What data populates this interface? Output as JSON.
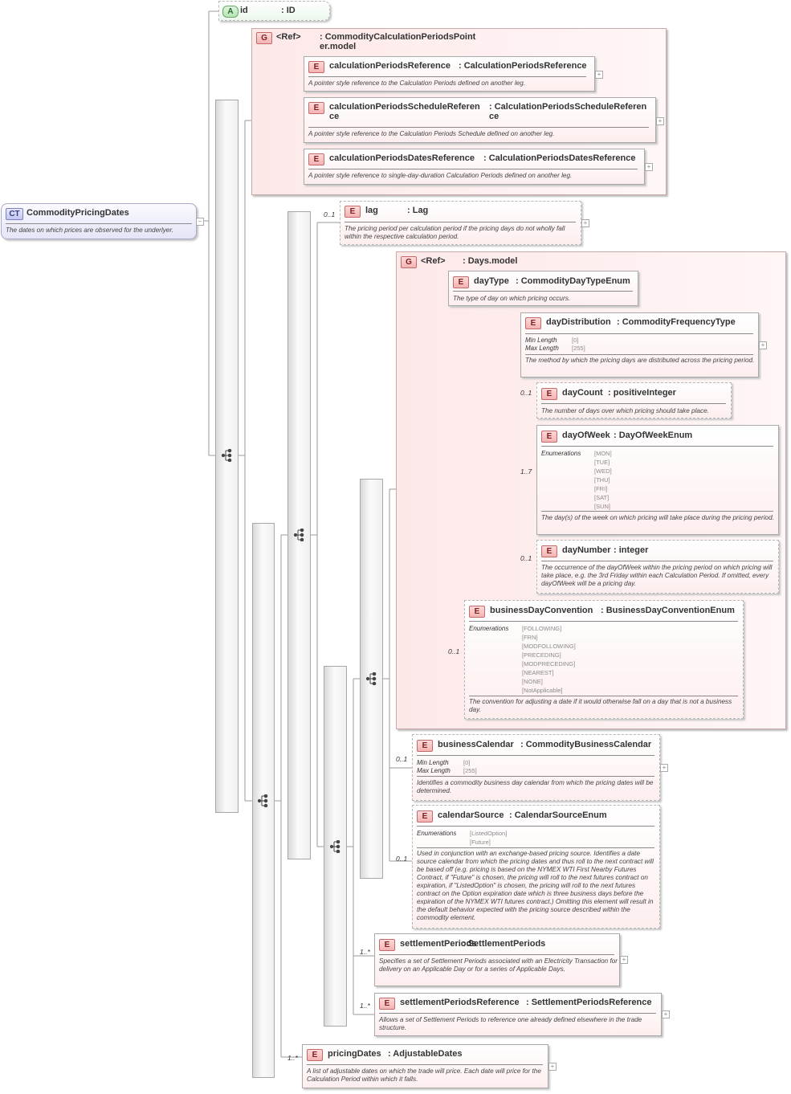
{
  "root": {
    "badge": "CT",
    "name": "CommodityPricingDates",
    "doc": "The dates on which prices are observed for the underlyer."
  },
  "attr_id": {
    "badge": "A",
    "name": "id",
    "type": ": ID"
  },
  "group_cpp": {
    "badge": "G",
    "name": "<Ref>",
    "type": ": CommodityCalculationPeriodsPoint er.model"
  },
  "calc_ref": {
    "badge": "E",
    "name": "calculationPeriodsReference",
    "type": ": CalculationPeriodsReference",
    "doc": "A pointer style reference to the Calculation Periods defined on another leg."
  },
  "calc_sched_ref": {
    "badge": "E",
    "name": "calculationPeriodsScheduleReferen ce",
    "type": ": CalculationPeriodsScheduleReferen ce",
    "doc": "A pointer style reference to the Calculation Periods Schedule defined on another leg."
  },
  "calc_dates_ref": {
    "badge": "E",
    "name": "calculationPeriodsDatesReference",
    "type": ": CalculationPeriodsDatesReference",
    "doc": "A pointer style reference to single-day-duration Calculation Periods defined on another leg."
  },
  "lag": {
    "badge": "E",
    "name": "lag",
    "type": ": Lag",
    "card": "0..1",
    "doc": "The pricing period per calculation period if the pricing days do not wholly fall within the respective calculation period."
  },
  "group_days": {
    "badge": "G",
    "name": "<Ref>",
    "type": ": Days.model"
  },
  "dayType": {
    "badge": "E",
    "name": "dayType",
    "type": ": CommodityDayTypeEnum",
    "doc": "The type of day on which pricing occurs."
  },
  "dayDistribution": {
    "badge": "E",
    "name": "dayDistribution",
    "type": ": CommodityFrequencyType",
    "f1": "Min Length",
    "v1": "[0]",
    "f2": "Max Length",
    "v2": "[255]",
    "doc": "The method by which the pricing days are distributed across the pricing period."
  },
  "dayCount": {
    "badge": "E",
    "name": "dayCount",
    "type": ": positiveInteger",
    "card": "0..1",
    "doc": "The number of days over which pricing should take place."
  },
  "dayOfWeek": {
    "badge": "E",
    "name": "dayOfWeek",
    "type": ": DayOfWeekEnum",
    "card": "1..7",
    "flabel": "Enumerations",
    "enums": [
      "[MON]",
      "[TUE]",
      "[WED]",
      "[THU]",
      "[FRI]",
      "[SAT]",
      "[SUN]"
    ],
    "doc": "The day(s) of the week on which pricing will take place during the pricing period."
  },
  "dayNumber": {
    "badge": "E",
    "name": "dayNumber",
    "type": ": integer",
    "card": "0..1",
    "doc": "The occurrence of the dayOfWeek within the pricing period on which pricing will take place, e.g. the 3rd Friday within each Calculation Period. If omitted, every dayOfWeek will be a pricing day."
  },
  "bdc": {
    "badge": "E",
    "name": "businessDayConvention",
    "type": ": BusinessDayConventionEnum",
    "card": "0..1",
    "flabel": "Enumerations",
    "enums": [
      "[FOLLOWING]",
      "[FRN]",
      "[MODFOLLOWING]",
      "[PRECEDING]",
      "[MODPRECEDING]",
      "[NEAREST]",
      "[NONE]",
      "[NotApplicable]"
    ],
    "doc": "The convention for adjusting a date if it would otherwise fall on a day that is not a business day."
  },
  "businessCalendar": {
    "badge": "E",
    "name": "businessCalendar",
    "type": ": CommodityBusinessCalendar",
    "card": "0..1",
    "f1": "Min Length",
    "v1": "[0]",
    "f2": "Max Length",
    "v2": "[255]",
    "doc": "Identifies a commodity business day calendar from which the pricing dates will be determined."
  },
  "calendarSource": {
    "badge": "E",
    "name": "calendarSource",
    "type": ": CalendarSourceEnum",
    "card": "0..1",
    "flabel": "Enumerations",
    "enums": [
      "[ListedOption]",
      "[Future]"
    ],
    "doc": "Used in conjunction with an exchange-based pricing source. Identifies a date source calendar from which the pricing dates and thus roll to the next contract will be based off (e.g. pricing is based on the NYMEX WTI First Nearby Futures Contract, if \"Future\" is chosen, the pricing will roll to the next futures contract on expiration, if \"ListedOption\" is chosen, the pricing will roll to the next futures contract on the Option expiration date which is three business days before the expiration of the NYMEX WTI futures contract.) Omitting this element will result in the default behavior expected with the pricing source described within the commodity element."
  },
  "settlementPeriods": {
    "badge": "E",
    "name": "settlementPeriods",
    "type": ": SettlementPeriods",
    "card": "1..*",
    "doc": "Specifies a set of Settlement Periods associated with an Electricity Transaction for delivery on an Applicable Day or for a series of Applicable Days."
  },
  "settlementPeriodsReference": {
    "badge": "E",
    "name": "settlementPeriodsReference",
    "type": ": SettlementPeriodsReference",
    "card": "1..*",
    "doc": "Allows a set of Settlement Periods to reference one already defined elsewhere in the trade structure."
  },
  "pricingDates": {
    "badge": "E",
    "name": "pricingDates",
    "type": ": AdjustableDates",
    "card": "1..*",
    "doc": "A list of adjustable dates on which the trade will price. Each date will price for the Calculation Period within which it falls."
  }
}
